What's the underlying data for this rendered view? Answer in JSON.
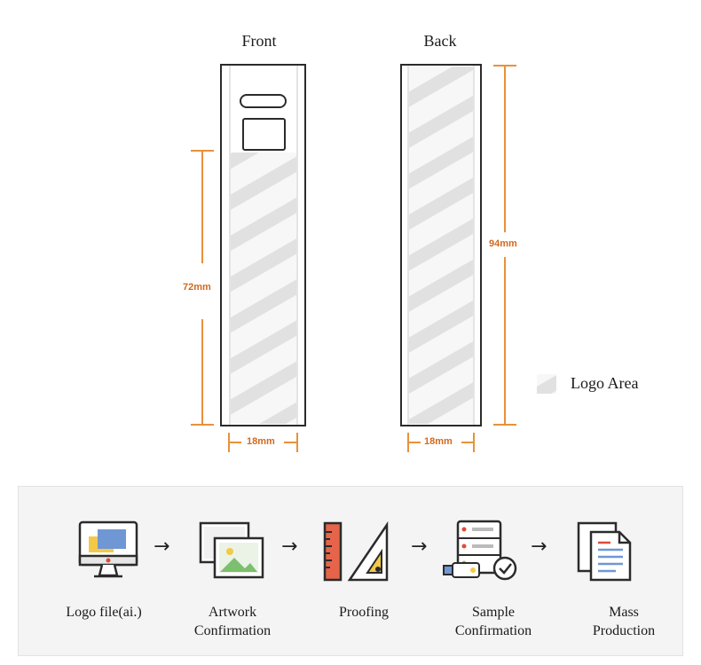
{
  "diagram": {
    "front": {
      "title": "Front",
      "height_label": "72mm",
      "width_label": "18mm"
    },
    "back": {
      "title": "Back",
      "height_label": "94mm",
      "width_label": "18mm"
    },
    "legend": {
      "label": "Logo Area",
      "icon": "hatched-logo-area-icon"
    },
    "colors": {
      "dimension": "#e8913a",
      "outline": "#2b2b2b",
      "hatch": "#dcdcdc"
    }
  },
  "process": {
    "steps": [
      {
        "icon": "monitor-icon",
        "label_line1": "Logo file(ai.)",
        "label_line2": ""
      },
      {
        "icon": "picture-frame-icon",
        "label_line1": "Artwork",
        "label_line2": "Confirmation"
      },
      {
        "icon": "ruler-triangle-icon",
        "label_line1": "Proofing",
        "label_line2": ""
      },
      {
        "icon": "server-usb-check-icon",
        "label_line1": "Sample",
        "label_line2": "Confirmation"
      },
      {
        "icon": "documents-icon",
        "label_line1": "Mass",
        "label_line2": "Production"
      }
    ],
    "arrow_glyph": "→"
  }
}
